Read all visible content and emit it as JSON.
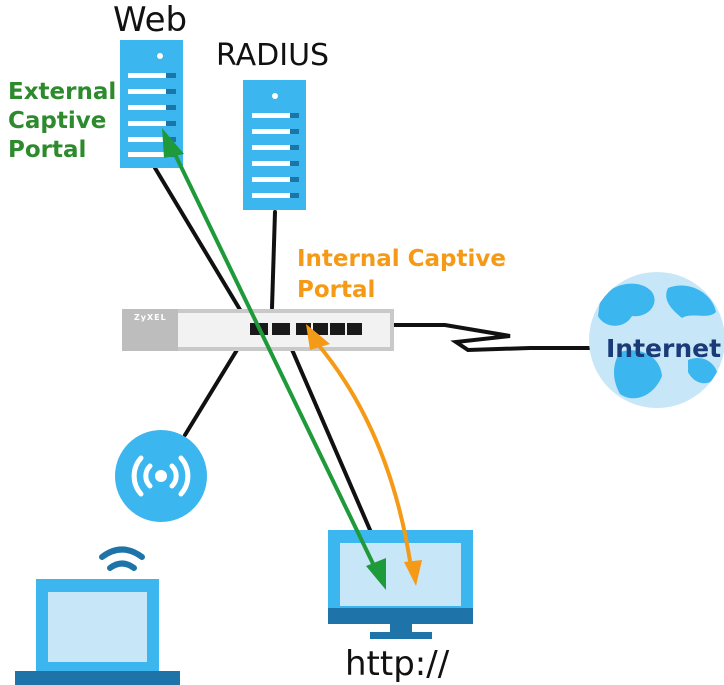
{
  "labels": {
    "web": "Web",
    "radius": "RADIUS",
    "external_captive_portal": [
      "External",
      "Captive",
      "Portal"
    ],
    "internal_captive_portal": [
      "Internal Captive",
      "Portal"
    ],
    "internet": "Internet",
    "http": "http://",
    "brand": "ZyXEL"
  },
  "colors": {
    "device_blue": "#3cb6ee",
    "device_dark": "#1e74a8",
    "external_arrow": "#1f9a3a",
    "internal_arrow": "#f59a16",
    "cable": "#111111",
    "switch_body": "#e6e6e6"
  },
  "icons": [
    "web-server-icon",
    "radius-server-icon",
    "switch-icon",
    "globe-icon",
    "access-point-icon",
    "wifi-signal-icon",
    "laptop-icon",
    "monitor-icon"
  ]
}
